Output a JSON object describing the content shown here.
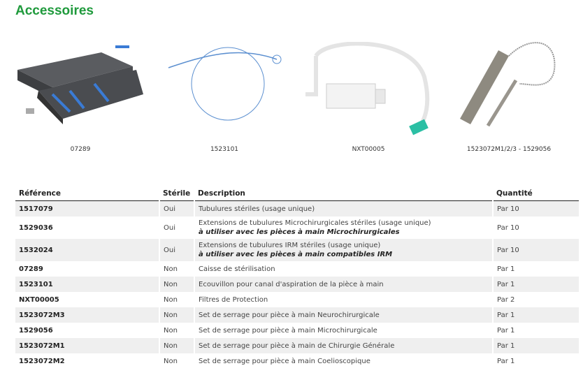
{
  "title": "Accessoires",
  "products": [
    {
      "caption": "07289",
      "icon": "sterilization-case"
    },
    {
      "caption": "1523101",
      "icon": "cleaning-brush"
    },
    {
      "caption": "NXT00005",
      "icon": "protection-filter"
    },
    {
      "caption": "1523072M1/2/3 - 1529056",
      "icon": "clamping-set"
    }
  ],
  "table": {
    "headers": [
      "Référence",
      "Stérile",
      "Description",
      "Quantité"
    ],
    "rows": [
      {
        "ref": "1517079",
        "sterile": "Oui",
        "desc": "Tubulures stériles (usage unique)",
        "qty": "Par 10"
      },
      {
        "ref": "1529036",
        "sterile": "Oui",
        "desc": "Extensions de tubulures Microchirurgicales stériles (usage unique)",
        "note": "à utiliser avec les pièces à main Microchirurgicales",
        "qty": "Par 10"
      },
      {
        "ref": "1532024",
        "sterile": "Oui",
        "desc": "Extensions de tubulures IRM stériles (usage unique)",
        "note": "à utiliser avec les pièces à main compatibles IRM",
        "qty": "Par 10"
      },
      {
        "ref": "07289",
        "sterile": "Non",
        "desc": "Caisse de stérilisation",
        "qty": "Par 1"
      },
      {
        "ref": "1523101",
        "sterile": "Non",
        "desc": "Ecouvillon pour canal d'aspiration de la pièce à main",
        "qty": "Par 1"
      },
      {
        "ref": "NXT00005",
        "sterile": "Non",
        "desc": "Filtres de Protection",
        "qty": "Par 2"
      },
      {
        "ref": "1523072M3",
        "sterile": "Non",
        "desc": "Set de serrage pour pièce à main Neurochirurgicale",
        "qty": "Par 1"
      },
      {
        "ref": "1529056",
        "sterile": "Non",
        "desc": "Set de serrage pour pièce à main Microchirurgicale",
        "qty": "Par 1"
      },
      {
        "ref": "1523072M1",
        "sterile": "Non",
        "desc": "Set de serrage pour pièce à main de Chirurgie Générale",
        "qty": "Par 1"
      },
      {
        "ref": "1523072M2",
        "sterile": "Non",
        "desc": "Set de serrage pour pièce à main Coelioscopique",
        "qty": "Par 1"
      }
    ]
  },
  "colors": {
    "title": "#1f9a3c",
    "row_alt": "#efefef"
  }
}
